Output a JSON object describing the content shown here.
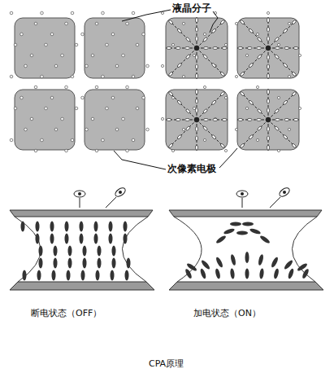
{
  "diagram": {
    "caption": "CPA原理",
    "labels": [
      "液晶分子",
      "次像素电极",
      "断电状态（OFF）",
      "加电状态（ON）"
    ]
  }
}
